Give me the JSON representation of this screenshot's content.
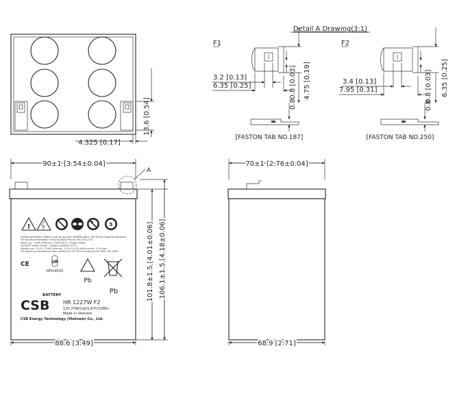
{
  "detail_title": "Detail A Drawing(3:1)",
  "detail_a_marker": "A",
  "f1": {
    "label": "F1",
    "dim_width_1": "3.2  [0.13]",
    "dim_width_2": "6.35  [0.25]",
    "dim_height_1": "0.8  [0.03]",
    "dim_height_2": "4.75  [0.19]",
    "dim_thickness": "0.8",
    "caption": "[FASTON TAB NO.187]"
  },
  "f2": {
    "label": "F2",
    "dim_width_1": "3.4  [0.13]",
    "dim_width_2": "7.95  [0.31]",
    "dim_height_1": "0.8  [0.03]",
    "dim_height_2": "6.35  [0.25]",
    "dim_thickness": "0.8",
    "caption": "[FASTON TAB NO.250]"
  },
  "top_view": {
    "dim_terminal_height": "13.6  [0.54]",
    "dim_terminal_offset": "4.325  [0.17]"
  },
  "front_view": {
    "dim_width_top": "90±1  [3.54±0.04]",
    "dim_width_bottom": "88.6  [3.49]",
    "dim_height_container": "101.8±1.5  [4.01±0.06]",
    "dim_height_total": "106.1±1.5  [4.18±0.06]"
  },
  "side_view": {
    "dim_width_top": "70±1  [2.76±0.04]",
    "dim_width_bottom": "68.9  [2.71]"
  },
  "label": {
    "brand_logo": "CSB",
    "battery_word": "BATTERY",
    "model": "HR 1227W F2",
    "spec": "12V 27W/Cell/1.67V/15Min",
    "origin": "Made In Vietnam",
    "company": "CSB Energy Technology (Vietnam) Co., Ltd.",
    "ce_mark": "CE",
    "ul_file": "MH14533",
    "pb_1": "Pb",
    "pb_2": "Pb",
    "warning_lines": [
      "Sealed Lead Battery. Battery must be recycled. NONSPILLABLE. See SDS for shipping regulations.",
      "For recycling information in USA call (800) Recycle, Pb (7324-273)",
      "Rated cap. : 10HR 27W/Cell  9.  10HR rate   9.  Charge voltage",
      "Constant voltage charge : voltage regulation (25°C)",
      "Standby use : 13.5V~13.8V  Cycle use : 14.4V~15.0V  Initial current : 2.7A max.",
      "The system of manufacturer was certified by TUV CERT according to ISO 9001, ISO 14001."
    ]
  }
}
